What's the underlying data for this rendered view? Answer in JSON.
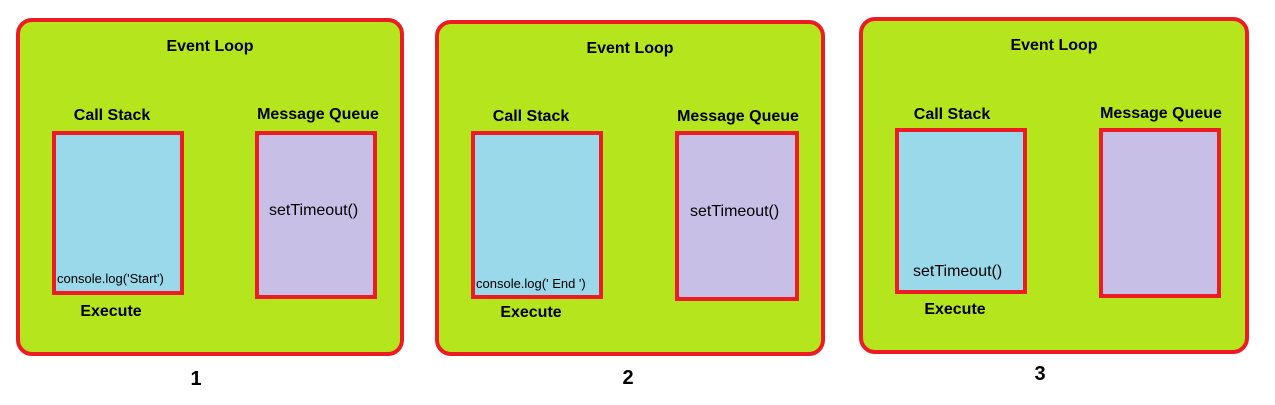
{
  "diagrams": [
    {
      "title": "Event Loop",
      "call_stack_label": "Call Stack",
      "message_queue_label": "Message Queue",
      "call_stack_item": "console.log('Start')",
      "message_queue_item": "setTimeout()",
      "footer_label": "Execute",
      "number": "1"
    },
    {
      "title": "Event Loop",
      "call_stack_label": "Call Stack",
      "message_queue_label": "Message Queue",
      "call_stack_item": "console.log(' End ')",
      "message_queue_item": "setTimeout()",
      "footer_label": "Execute",
      "number": "2"
    },
    {
      "title": "Event Loop",
      "call_stack_label": "Call Stack",
      "message_queue_label": "Message Queue",
      "call_stack_item": "setTimeout()",
      "message_queue_item": "",
      "footer_label": "Execute",
      "number": "3"
    }
  ],
  "colors": {
    "panel_fill": "#b5e61d",
    "border": "#ed1c24",
    "call_stack_fill": "#99d9ea",
    "message_queue_fill": "#c8bfe7"
  }
}
